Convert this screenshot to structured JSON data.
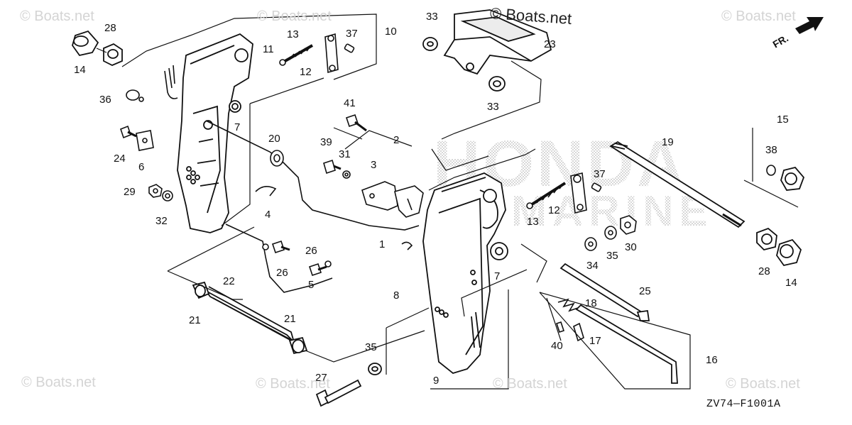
{
  "diagram": {
    "watermark_text": "© Boats.net",
    "watermark_top": "© Boats.net",
    "direction_label": "FR.",
    "diagram_code": "ZV74—F1001A",
    "background_logo": [
      "HONDA",
      "MARINE"
    ]
  },
  "callouts": [
    {
      "id": "c1",
      "text": "1"
    },
    {
      "id": "c2",
      "text": "2"
    },
    {
      "id": "c3",
      "text": "3"
    },
    {
      "id": "c4",
      "text": "4"
    },
    {
      "id": "c5",
      "text": "5"
    },
    {
      "id": "c6",
      "text": "6"
    },
    {
      "id": "c7a",
      "text": "7"
    },
    {
      "id": "c7b",
      "text": "7"
    },
    {
      "id": "c8",
      "text": "8"
    },
    {
      "id": "c9",
      "text": "9"
    },
    {
      "id": "c10",
      "text": "10"
    },
    {
      "id": "c11",
      "text": "11"
    },
    {
      "id": "c12a",
      "text": "12"
    },
    {
      "id": "c12b",
      "text": "12"
    },
    {
      "id": "c13a",
      "text": "13"
    },
    {
      "id": "c13b",
      "text": "13"
    },
    {
      "id": "c14a",
      "text": "14"
    },
    {
      "id": "c14b",
      "text": "14"
    },
    {
      "id": "c15",
      "text": "15"
    },
    {
      "id": "c16",
      "text": "16"
    },
    {
      "id": "c17",
      "text": "17"
    },
    {
      "id": "c18",
      "text": "18"
    },
    {
      "id": "c19",
      "text": "19"
    },
    {
      "id": "c20",
      "text": "20"
    },
    {
      "id": "c21a",
      "text": "21"
    },
    {
      "id": "c21b",
      "text": "21"
    },
    {
      "id": "c22",
      "text": "22"
    },
    {
      "id": "c23",
      "text": "23"
    },
    {
      "id": "c24",
      "text": "24"
    },
    {
      "id": "c25",
      "text": "25"
    },
    {
      "id": "c26a",
      "text": "26"
    },
    {
      "id": "c26b",
      "text": "26"
    },
    {
      "id": "c27",
      "text": "27"
    },
    {
      "id": "c28a",
      "text": "28"
    },
    {
      "id": "c28b",
      "text": "28"
    },
    {
      "id": "c29",
      "text": "29"
    },
    {
      "id": "c30",
      "text": "30"
    },
    {
      "id": "c31",
      "text": "31"
    },
    {
      "id": "c32",
      "text": "32"
    },
    {
      "id": "c33a",
      "text": "33"
    },
    {
      "id": "c33b",
      "text": "33"
    },
    {
      "id": "c34",
      "text": "34"
    },
    {
      "id": "c35a",
      "text": "35"
    },
    {
      "id": "c35b",
      "text": "35"
    },
    {
      "id": "c36",
      "text": "36"
    },
    {
      "id": "c37a",
      "text": "37"
    },
    {
      "id": "c37b",
      "text": "37"
    },
    {
      "id": "c38",
      "text": "38"
    },
    {
      "id": "c39",
      "text": "39"
    },
    {
      "id": "c40",
      "text": "40"
    },
    {
      "id": "c41",
      "text": "41"
    }
  ]
}
